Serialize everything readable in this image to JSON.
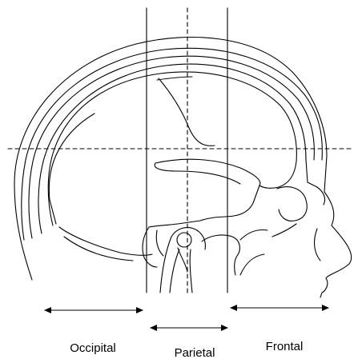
{
  "labels": {
    "occipital": "Occipital",
    "parietal": "Parietal",
    "frontal": "Frontal"
  },
  "colors": {
    "stroke": "#000000",
    "background": "#ffffff"
  }
}
